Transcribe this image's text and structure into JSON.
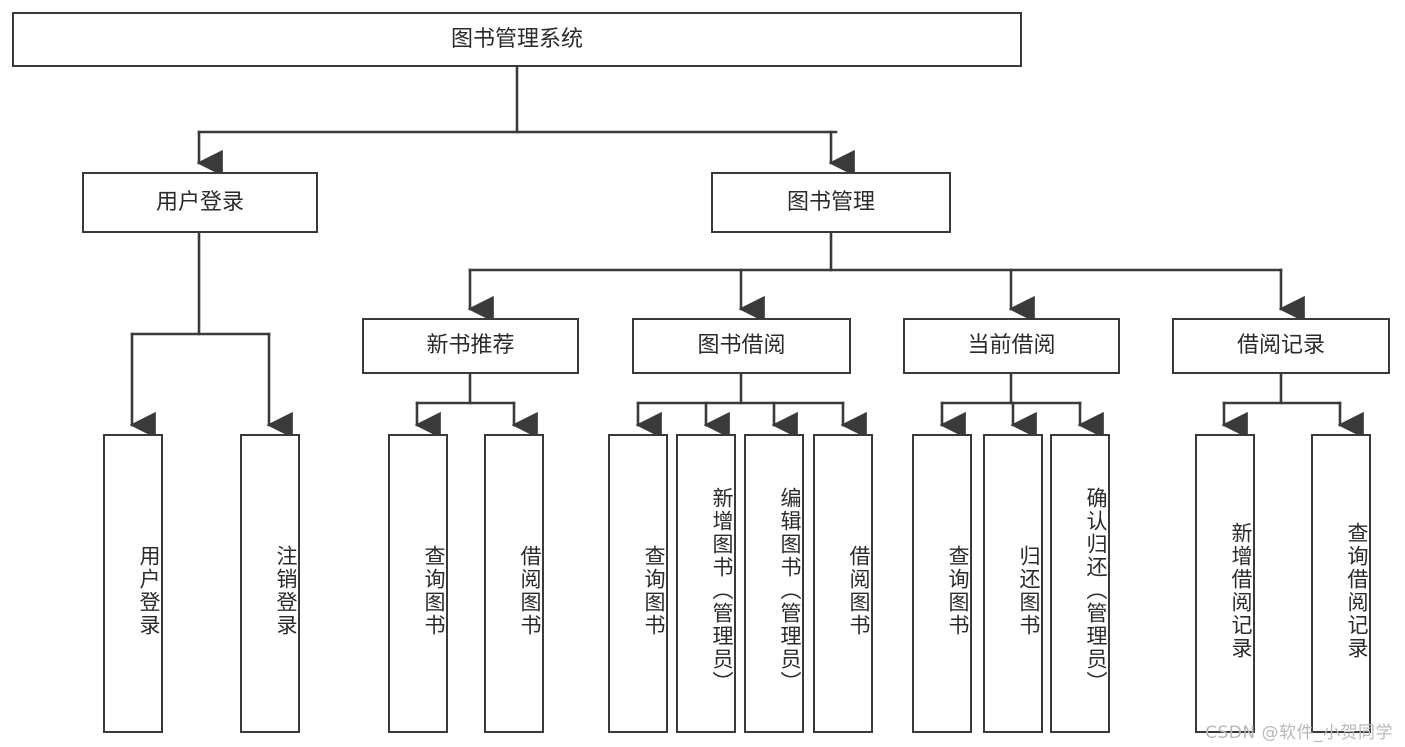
{
  "diagram": {
    "title": "图书管理系统",
    "type": "tree-hierarchy",
    "watermark": "CSDN @软件_小贺同学",
    "colors": {
      "box_border": "#3a3a3a",
      "box_fill": "#ffffff",
      "connector": "#3a3a3a",
      "text": "#2b2b2b",
      "watermark": "#b9b9b9",
      "background": "#ffffff"
    }
  },
  "nodes": {
    "root": {
      "label": "图书管理系统"
    },
    "level2": [
      {
        "id": "user-login",
        "label": "用户登录"
      },
      {
        "id": "book-manage",
        "label": "图书管理"
      }
    ],
    "level3": [
      {
        "id": "new-book-rec",
        "label": "新书推荐"
      },
      {
        "id": "book-borrow",
        "label": "图书借阅"
      },
      {
        "id": "current-borrow",
        "label": "当前借阅"
      },
      {
        "id": "borrow-record",
        "label": "借阅记录"
      }
    ],
    "leaves": {
      "user_login": [
        {
          "id": "leaf-user-login",
          "label": "用户登录"
        },
        {
          "id": "leaf-logout",
          "label": "注销登录"
        }
      ],
      "new_book_rec": [
        {
          "id": "leaf-query-book-1",
          "label": "查询图书"
        },
        {
          "id": "leaf-borrow-book-1",
          "label": "借阅图书"
        }
      ],
      "book_borrow": [
        {
          "id": "leaf-query-book-2",
          "label": "查询图书"
        },
        {
          "id": "leaf-add-book",
          "label": "新增图书（管理员）"
        },
        {
          "id": "leaf-edit-book",
          "label": "编辑图书（管理员）"
        },
        {
          "id": "leaf-borrow-book-2",
          "label": "借阅图书"
        }
      ],
      "current_borrow": [
        {
          "id": "leaf-query-book-3",
          "label": "查询图书"
        },
        {
          "id": "leaf-return-book",
          "label": "归还图书"
        },
        {
          "id": "leaf-confirm-return",
          "label": "确认归还（管理员）"
        }
      ],
      "borrow_record": [
        {
          "id": "leaf-add-record",
          "label": "新增借阅记录"
        },
        {
          "id": "leaf-query-record",
          "label": "查询借阅记录"
        }
      ]
    }
  }
}
